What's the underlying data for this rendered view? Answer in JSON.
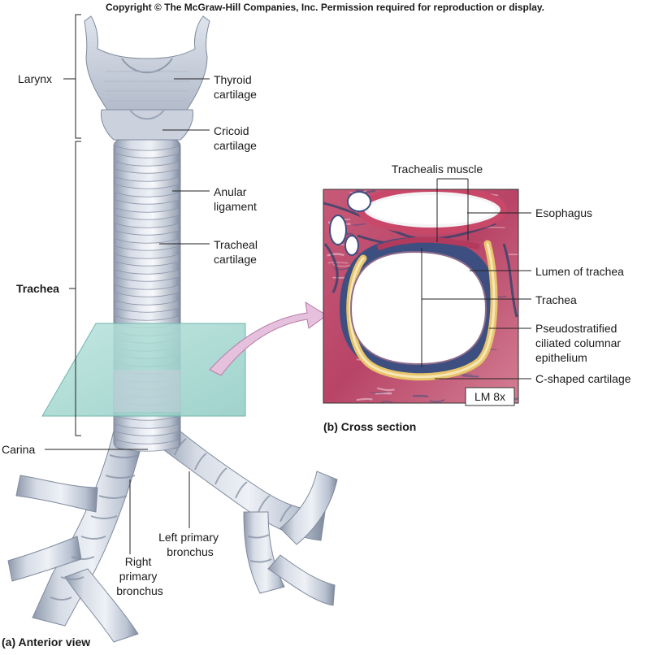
{
  "copyright": "Copyright © The McGraw-Hill Companies, Inc. Permission required for reproduction or display.",
  "left_labels": {
    "larynx": "Larynx",
    "trachea": "Trachea",
    "carina": "Carina"
  },
  "anterior_labels": {
    "thyroid": [
      "Thyroid",
      "cartilage"
    ],
    "cricoid": [
      "Cricoid",
      "cartilage"
    ],
    "anular": [
      "Anular",
      "ligament"
    ],
    "tracheal": [
      "Tracheal",
      "cartilage"
    ],
    "left_bronchus": [
      "Left primary",
      "bronchus"
    ],
    "right_bronchus": [
      "Right",
      "primary",
      "bronchus"
    ]
  },
  "section_labels": {
    "trachealis": "Trachealis muscle",
    "esophagus": "Esophagus",
    "lumen": "Lumen of trachea",
    "trachea": "Trachea",
    "epithelium": [
      "Pseudostratified",
      "ciliated columnar",
      "epithelium"
    ],
    "cartilage": "C-shaped cartilage",
    "magnification": "LM 8x"
  },
  "captions": {
    "cross_section": "(b) Cross section",
    "anterior_view": "(a) Anterior view"
  },
  "colors": {
    "tissue": "#c7d0dd",
    "tissue_dark": "#8e99ab",
    "ring_light": "#e9edf3",
    "plane": "#9ed6cf",
    "arrow": "#e6c1de",
    "histo_red": "#b23a5c",
    "histo_blue": "#3d4f80",
    "cartilage": "#e8c56a"
  }
}
